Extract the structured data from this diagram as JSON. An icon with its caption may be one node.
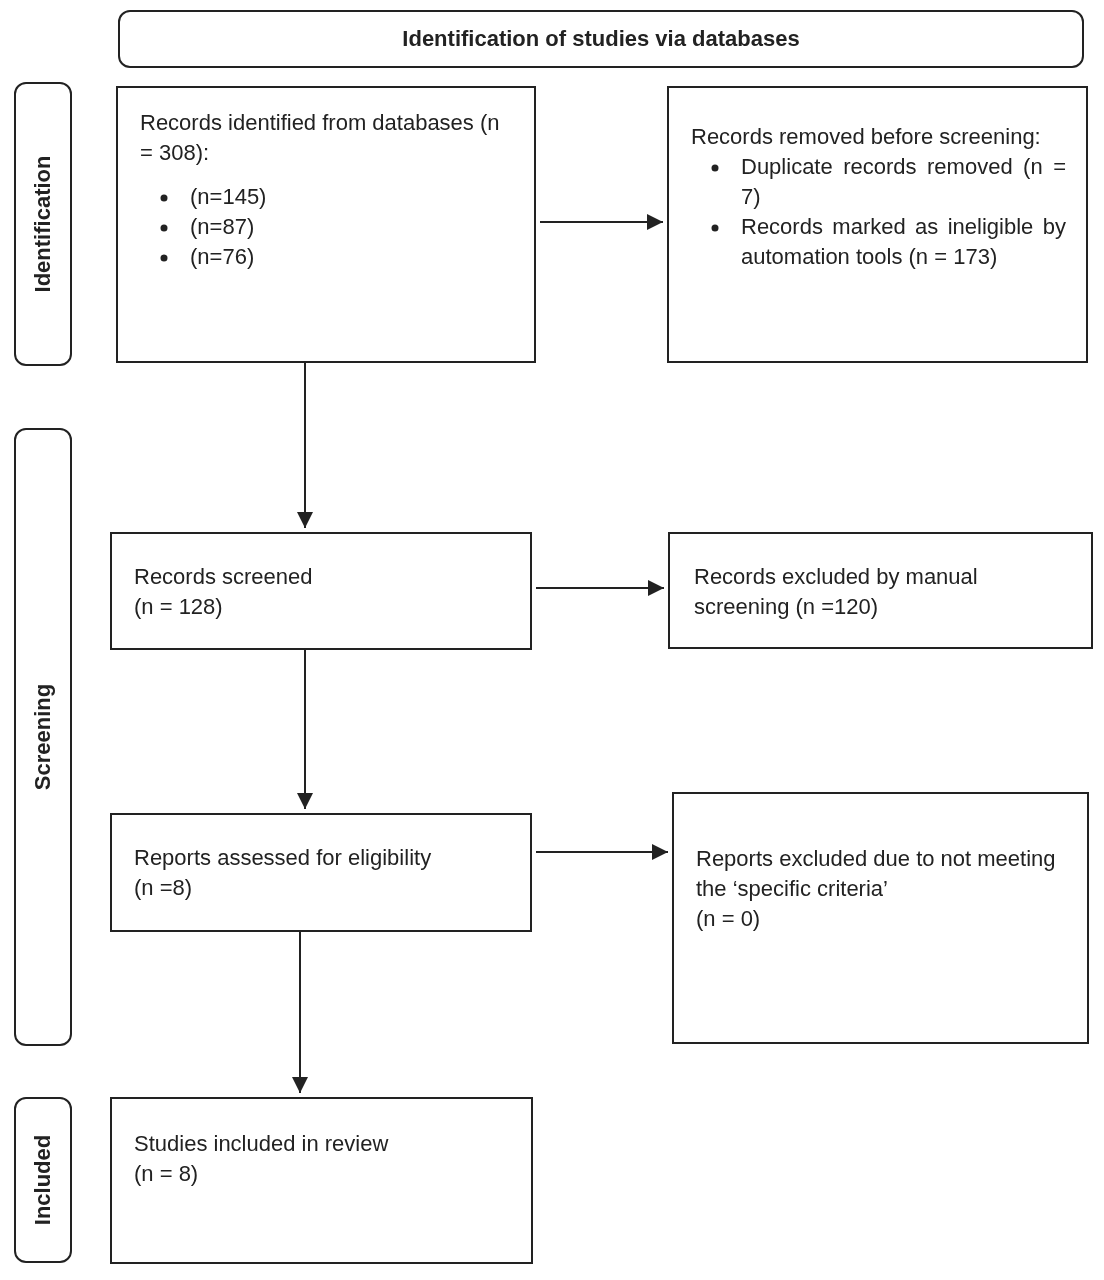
{
  "diagram": {
    "nodes": [
      {
        "text": [
          "Identification of studies via databases"
        ]
      },
      {
        "text": [
          "Identification"
        ]
      },
      {
        "text": [
          "Screening"
        ]
      },
      {
        "text": [
          "Included"
        ]
      },
      {
        "text": [
          "Records identified from databases (n = 308):",
          "(n=145)",
          "(n=87)",
          "(n=76)"
        ]
      },
      {
        "text": [
          "Records removed before screening:",
          "Duplicate records removed (n = 7)",
          "Records marked as ineligible by automation tools (n = 173)"
        ]
      },
      {
        "text": [
          "Records screened",
          "(n = 128)"
        ]
      },
      {
        "text": [
          "Records excluded by manual screening (n =120)"
        ]
      },
      {
        "text": [
          "Reports assessed for eligibility",
          "(n =8)"
        ]
      },
      {
        "text": [
          "Reports excluded due to not meeting the ‘specific criteria’",
          "(n = 0)"
        ]
      },
      {
        "text": [
          "Studies included in review",
          "(n = 8)"
        ]
      }
    ],
    "edges": [
      {
        "from": 4,
        "to": 5,
        "arrow": "to"
      },
      {
        "from": 4,
        "to": 6,
        "arrow": "to"
      },
      {
        "from": 6,
        "to": 7,
        "arrow": "to"
      },
      {
        "from": 6,
        "to": 8,
        "arrow": "to"
      },
      {
        "from": 8,
        "to": 9,
        "arrow": "to"
      },
      {
        "from": 8,
        "to": 10,
        "arrow": "to"
      }
    ]
  }
}
